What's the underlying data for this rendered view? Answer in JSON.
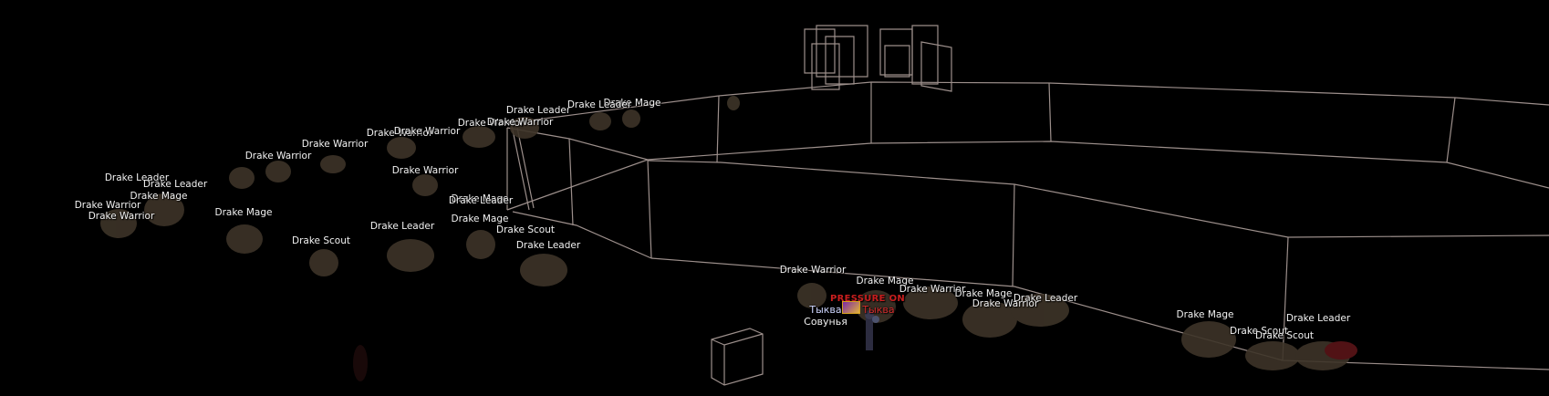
{
  "nameplates": [
    {
      "id": "n1",
      "text": "Drake Mage",
      "type": "mob"
    },
    {
      "id": "n2",
      "text": "Drake Leader",
      "type": "mob"
    },
    {
      "id": "n3",
      "text": "Drake Leader",
      "type": "mob"
    },
    {
      "id": "n4",
      "text": "Drake Warrior",
      "type": "mob"
    },
    {
      "id": "n5",
      "text": "Drake Warrior",
      "type": "mob"
    },
    {
      "id": "n6",
      "text": "Drake Warrior",
      "type": "mob"
    },
    {
      "id": "n7",
      "text": "Drake Warrior",
      "type": "mob"
    },
    {
      "id": "n8",
      "text": "Drake Warrior",
      "type": "mob"
    },
    {
      "id": "n9",
      "text": "Drake Warrior",
      "type": "mob"
    },
    {
      "id": "n10",
      "text": "Drake Leader",
      "type": "mob"
    },
    {
      "id": "n11",
      "text": "Drake Leader",
      "type": "mob"
    },
    {
      "id": "n12",
      "text": "Drake Mage",
      "type": "mob"
    },
    {
      "id": "n13",
      "text": "Drake Warrior",
      "type": "mob"
    },
    {
      "id": "n14",
      "text": "Drake Warrior",
      "type": "mob"
    },
    {
      "id": "n15",
      "text": "Drake Mage",
      "type": "mob"
    },
    {
      "id": "n16",
      "text": "Drake Warrior",
      "type": "mob"
    },
    {
      "id": "n17",
      "text": "Drake Mage",
      "type": "mob"
    },
    {
      "id": "n18",
      "text": "Drake Leader",
      "type": "mob"
    },
    {
      "id": "n19",
      "text": "Drake Mage",
      "type": "mob"
    },
    {
      "id": "n20",
      "text": "Drake Scout",
      "type": "mob"
    },
    {
      "id": "n21",
      "text": "Drake Leader",
      "type": "mob"
    },
    {
      "id": "n22",
      "text": "Drake Scout",
      "type": "mob"
    },
    {
      "id": "n23",
      "text": "Drake Leader",
      "type": "mob"
    },
    {
      "id": "n24",
      "text": "Drake Warrior",
      "type": "mob"
    },
    {
      "id": "n25",
      "text": "Drake Mage",
      "type": "mob"
    },
    {
      "id": "n26",
      "text": "Drake Warrior",
      "type": "mob"
    },
    {
      "id": "n27",
      "text": "Drake Mage",
      "type": "mob"
    },
    {
      "id": "n28",
      "text": "Drake Leader",
      "type": "mob"
    },
    {
      "id": "n29",
      "text": "Drake Warrior",
      "type": "mob"
    },
    {
      "id": "n30",
      "text": "Drake Mage",
      "type": "mob"
    },
    {
      "id": "n31",
      "text": "Drake Leader",
      "type": "mob"
    },
    {
      "id": "n32",
      "text": "Drake Scout",
      "type": "mob"
    },
    {
      "id": "n33",
      "text": "Drake Scout",
      "type": "mob"
    },
    {
      "id": "n34",
      "text": "PRESSURE ON",
      "type": "pressure"
    },
    {
      "id": "n35",
      "text": "Тыква",
      "type": "player"
    },
    {
      "id": "n36",
      "text": "Тыква",
      "type": "hostile-player"
    },
    {
      "id": "n37",
      "text": "Совунья",
      "type": "self"
    }
  ],
  "colors": {
    "background": "#000000",
    "wireframe": "#b8a8a4",
    "nameplate": "#f2f2f2",
    "party_player": "#cfd6ff",
    "hostile": "#d62e2e",
    "pressure": "#c81e1e"
  }
}
